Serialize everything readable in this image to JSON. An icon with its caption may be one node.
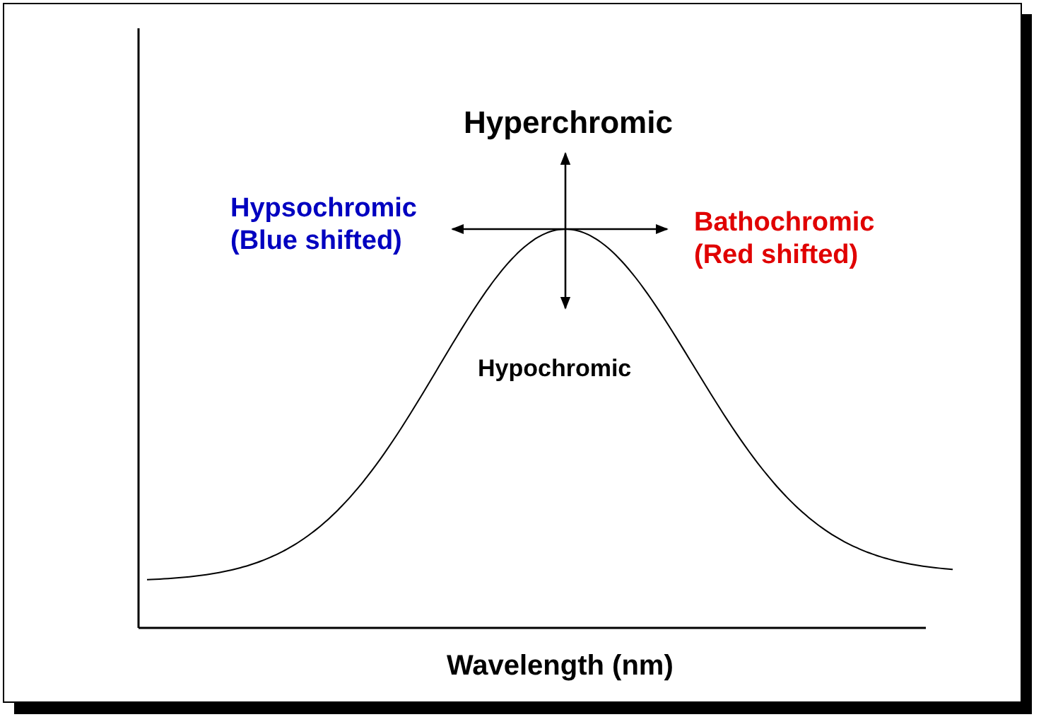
{
  "diagram": {
    "nodes": [
      {
        "text": [
          "Hyperchromic"
        ]
      },
      {
        "text": [
          "Hypsochromic (Blue shifted)"
        ]
      },
      {
        "text": [
          "Bathochromic (Red shifted)"
        ]
      },
      {
        "text": [
          "Hypochromic"
        ]
      }
    ],
    "edges": [
      {
        "from": null,
        "to": 0,
        "arrow": "to"
      },
      {
        "from": null,
        "to": 1,
        "arrow": "to"
      },
      {
        "from": null,
        "to": 2,
        "arrow": "to"
      },
      {
        "from": null,
        "to": 3,
        "arrow": "to"
      }
    ],
    "labels": [
      "Wavelength (nm)"
    ]
  }
}
